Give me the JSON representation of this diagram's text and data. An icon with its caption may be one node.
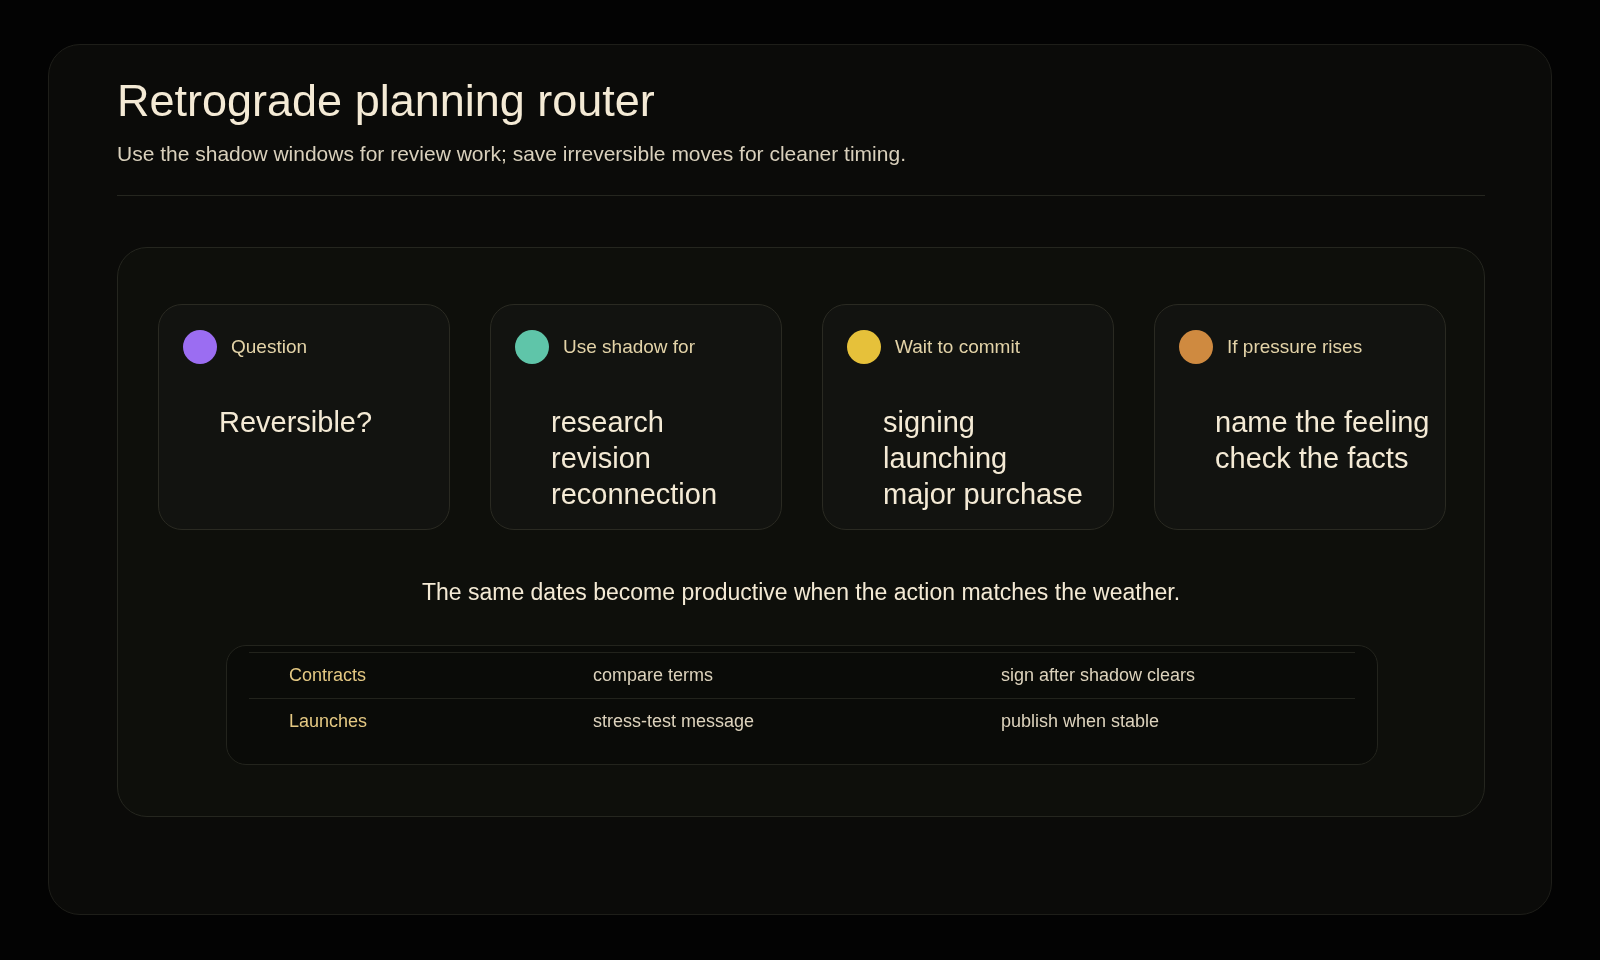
{
  "diagram": {
    "title": "Retrograde planning router",
    "nodes": [
      {
        "text": [
          "The same dates become productive when the action matches the weather."
        ]
      },
      {
        "text": [
          "Question",
          "Reversible?"
        ],
        "in": 0
      },
      {
        "text": [
          "Use shadow for",
          "research",
          "revision",
          "reconnection"
        ],
        "in": 0
      },
      {
        "text": [
          "Wait to commit",
          "signing",
          "launching",
          "major purchase"
        ],
        "in": 0
      },
      {
        "text": [
          "If pressure rises",
          "name the feeling",
          "check the facts"
        ],
        "in": 0
      }
    ],
    "labels": [
      "Use the shadow windows for review work; save irreversible moves for cleaner timing.",
      "Contracts",
      "compare terms",
      "sign after shadow clears",
      "Launches",
      "stress-test message",
      "publish when stable"
    ]
  }
}
